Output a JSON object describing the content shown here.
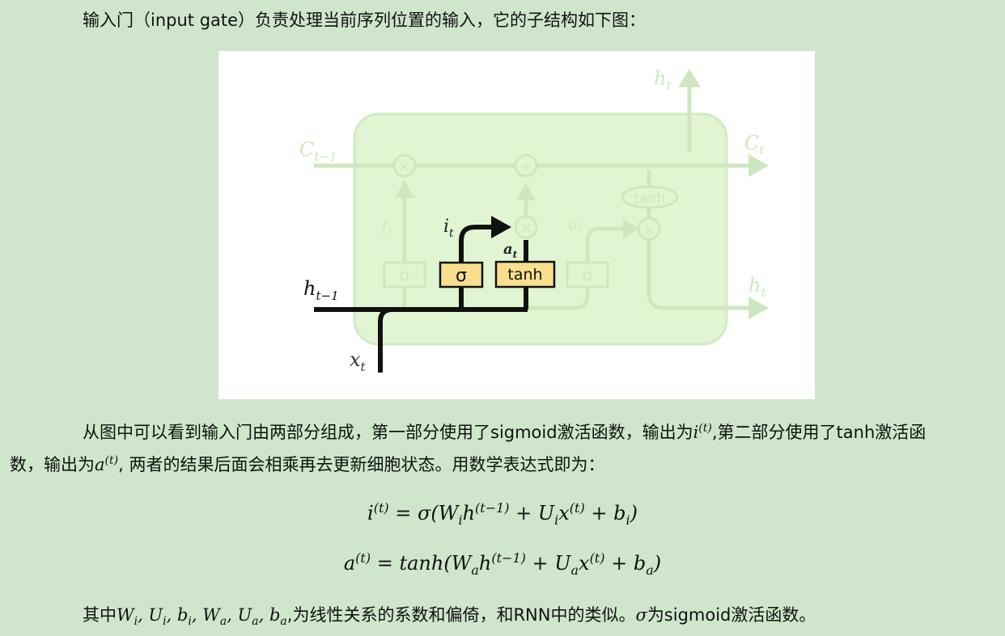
{
  "intro": {
    "text": "输入门（input gate）负责处理当前序列位置的输入，它的子结构如下图："
  },
  "figure": {
    "labels": {
      "c_prev": "C",
      "c_prev_sub": "t−1",
      "c_t": "C",
      "c_t_sub": "t",
      "h_top": "h",
      "h_top_sub": "t",
      "h_right": "h",
      "h_right_sub": "t",
      "h_prev": "h",
      "h_prev_sub": "t−1",
      "x_t": "x",
      "x_t_sub": "t",
      "f_t": "f",
      "f_t_sub": "t",
      "i_t": "i",
      "i_t_sub": "t",
      "a_t": "a",
      "a_t_sub": "t",
      "o_t": "o",
      "o_t_sub": "t",
      "sigma_gate": "σ",
      "tanh_gate": "tanh",
      "sigma_faded_1": "σ",
      "sigma_faded_2": "σ",
      "tanh_faded": "tanh",
      "times_1": "×",
      "plus": "+",
      "times_2": "×",
      "times_3": "×"
    },
    "colors": {
      "cell_fill": "#e2f5d2",
      "faded_line": "#cfe7c0",
      "gate_fill": "#f7df8e",
      "ink": "#111111"
    }
  },
  "desc": {
    "line1_a": "从图中可以看到输入门由两部分组成，第一部分使用了sigmoid激活函数，输出为",
    "line1_var": "i",
    "line1_sup": "(t)",
    "line1_b": ",第二部分使用了tanh激活函",
    "line2_a": "数，输出为",
    "line2_var": "a",
    "line2_sup": "(t)",
    "line2_b": ", 两者的结果后面会相乘再去更新细胞状态。用数学表达式即为："
  },
  "equations": {
    "eq1": {
      "lhs": "i",
      "lhs_sup": "(t)",
      "eq": " = σ(W",
      "w_sub": "i",
      "h": "h",
      "h_sup": "(t−1)",
      "plus1": " + U",
      "u_sub": "i",
      "x": "x",
      "x_sup": "(t)",
      "plus2": " + b",
      "b_sub": "i",
      "close": ")"
    },
    "eq2": {
      "lhs": "a",
      "lhs_sup": "(t)",
      "eq": " = tanh(W",
      "w_sub": "a",
      "h": "h",
      "h_sup": "(t−1)",
      "plus1": " + U",
      "u_sub": "a",
      "x": "x",
      "x_sup": "(t)",
      "plus2": " + b",
      "b_sub": "a",
      "close": ")"
    }
  },
  "footer": {
    "prefix": "其中",
    "params": "W",
    "p1_sub": "i",
    "p2": ", U",
    "p2_sub": "i",
    "p3": ", b",
    "p3_sub": "i",
    "p4": ", W",
    "p4_sub": "a",
    "p5": ", U",
    "p5_sub": "a",
    "p6": ", b",
    "p6_sub": "a",
    "middle": ",为线性关系的系数和偏倚，和RNN中的类似。",
    "sigma": "σ",
    "suffix": "为sigmoid激活函数。"
  }
}
